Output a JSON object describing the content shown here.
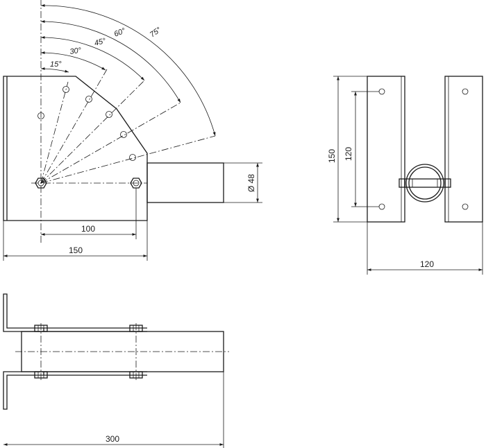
{
  "front_view": {
    "angle_labels": [
      "15°",
      "30°",
      "45°",
      "60°",
      "75°"
    ],
    "dim_bolt_spacing": "100",
    "dim_plate_width": "150",
    "dim_pipe_diameter": "Ø 48"
  },
  "side_view": {
    "dim_height": "150",
    "dim_hole_spacing": "120",
    "dim_width": "120"
  },
  "top_view": {
    "dim_length": "300"
  },
  "colors": {
    "line": "#1a1a1a",
    "background": "#ffffff"
  }
}
